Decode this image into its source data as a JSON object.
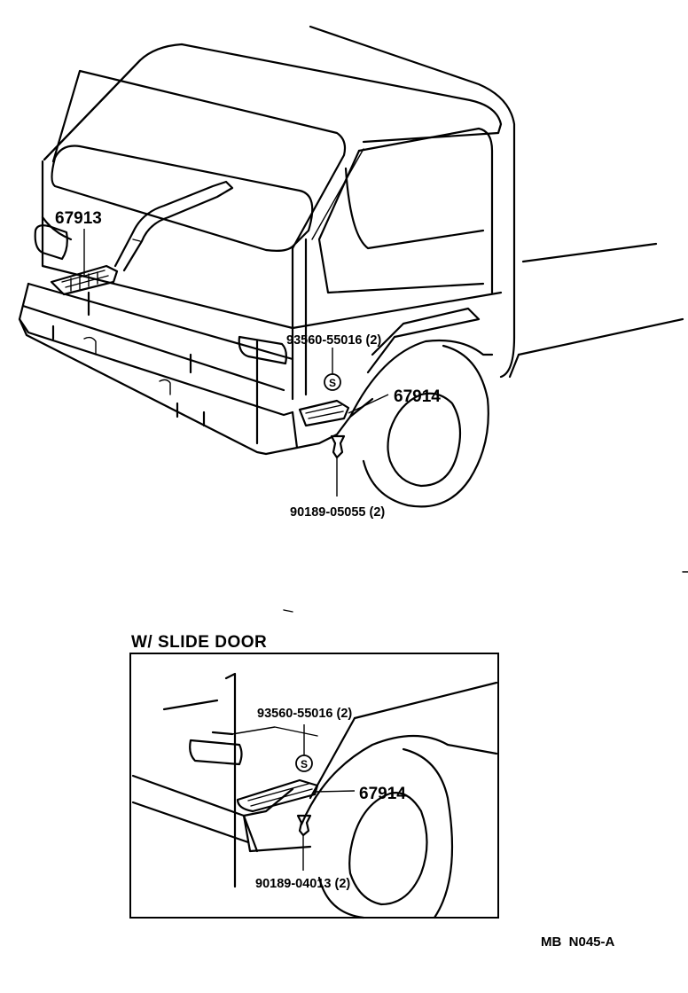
{
  "main_view": {
    "labels": {
      "p67913": "67913",
      "p93560": "93560-55016 (2)",
      "p67914": "67914",
      "p90189": "90189-05055 (2)"
    },
    "symbol_s": "S"
  },
  "inset": {
    "title": "W/ SLIDE DOOR",
    "labels": {
      "p93560": "93560-55016 (2)",
      "p67914": "67914",
      "p90189": "90189-04013 (2)"
    },
    "symbol_s": "S"
  },
  "diagram_code": "MB  N045-A",
  "icons": [
    "vehicle-cab-drawing",
    "step-plate",
    "screw-symbol",
    "clip-fastener"
  ]
}
